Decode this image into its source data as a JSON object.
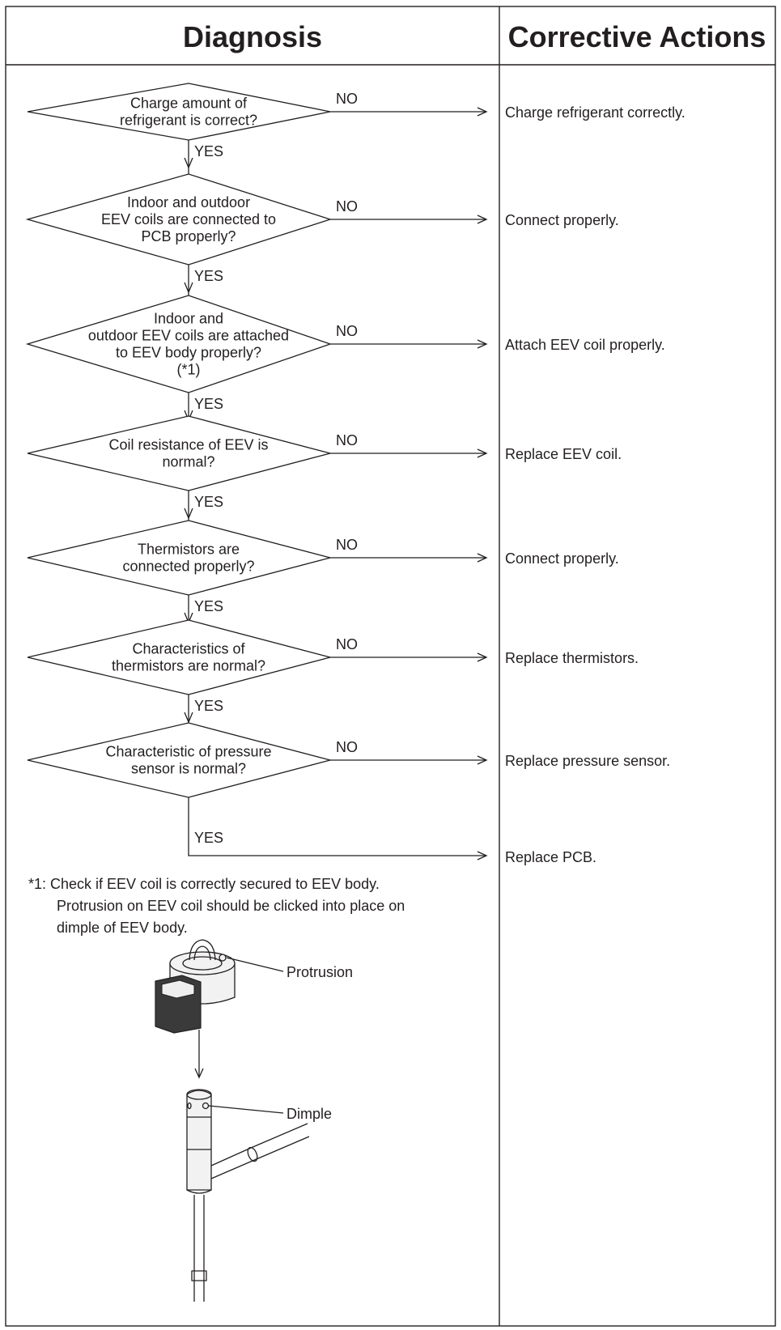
{
  "header": {
    "diagnosis": "Diagnosis",
    "corrective_actions": "Corrective Actions"
  },
  "labels": {
    "yes": "YES",
    "no": "NO"
  },
  "steps": [
    {
      "question_lines": [
        "Charge amount of",
        "refrigerant is correct?"
      ],
      "action": "Charge refrigerant correctly."
    },
    {
      "question_lines": [
        "Indoor and outdoor",
        "EEV coils are connected to",
        "PCB properly?"
      ],
      "action": "Connect properly."
    },
    {
      "question_lines": [
        "Indoor and",
        "outdoor EEV coils are attached",
        "to EEV body properly?",
        "(*1)"
      ],
      "action": "Attach EEV coil properly."
    },
    {
      "question_lines": [
        "Coil resistance of EEV is",
        "normal?"
      ],
      "action": "Replace EEV coil."
    },
    {
      "question_lines": [
        "Thermistors are",
        "connected properly?"
      ],
      "action": "Connect properly."
    },
    {
      "question_lines": [
        "Characteristics of",
        "thermistors are normal?"
      ],
      "action": "Replace thermistors."
    },
    {
      "question_lines": [
        "Characteristic of pressure",
        "sensor is normal?"
      ],
      "action": "Replace pressure sensor."
    }
  ],
  "final_action": "Replace PCB.",
  "footnote": {
    "lines": [
      "*1: Check if EEV coil is correctly secured to EEV body.",
      "Protrusion on EEV coil should be clicked into place on",
      "dimple of EEV body."
    ]
  },
  "illustration": {
    "callout_protrusion": "Protrusion",
    "callout_dimple": "Dimple"
  }
}
